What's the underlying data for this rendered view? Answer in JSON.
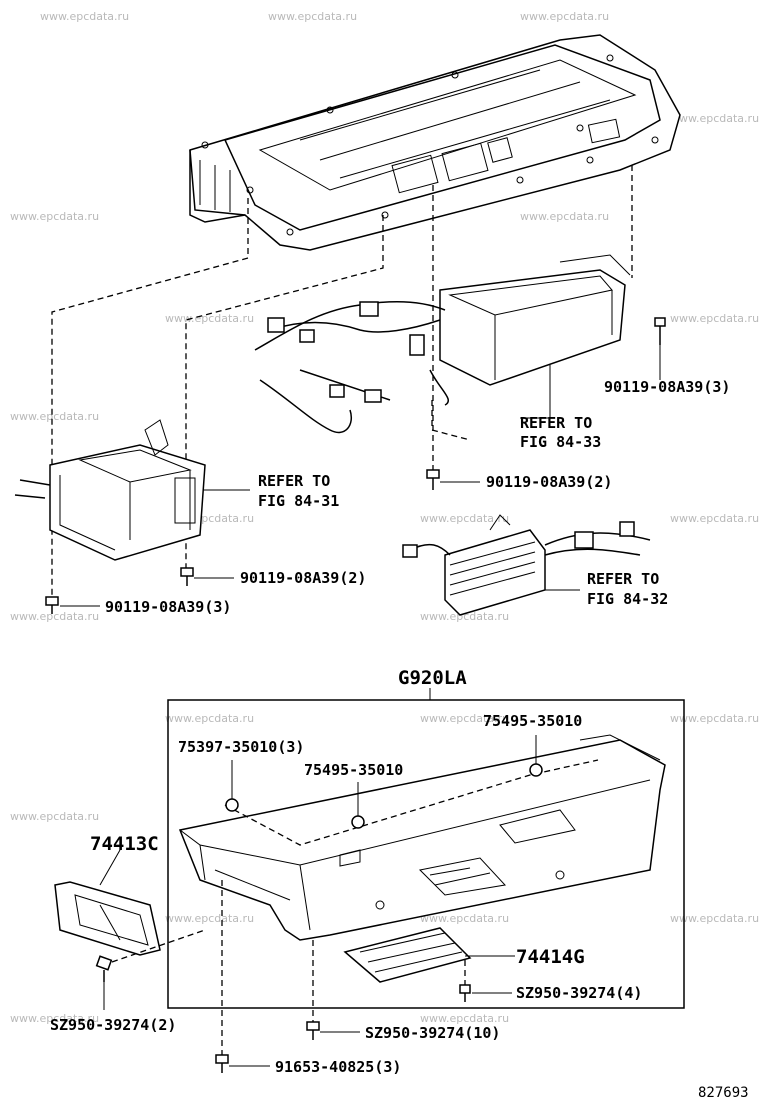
{
  "watermark": "www.epcdata.ru",
  "labels": {
    "bolt_top_right": "90119-08A39(3)",
    "refer_84_33_line1": "REFER TO",
    "refer_84_33_line2": "FIG 84-33",
    "bolt_mid": "90119-08A39(2)",
    "refer_84_31_line1": "REFER TO",
    "refer_84_31_line2": "FIG 84-31",
    "bolt_left_2": "90119-08A39(2)",
    "bolt_left_3": "90119-08A39(3)",
    "refer_84_32_line1": "REFER TO",
    "refer_84_32_line2": "FIG 84-32",
    "assembly_code": "G920LA",
    "clip_75495_right": "75495-35010",
    "clip_75397": "75397-35010(3)",
    "clip_75495_mid": "75495-35010",
    "duct_74413C": "74413C",
    "cover_74414G": "74414G",
    "screw_sz_4": "SZ950-39274(4)",
    "screw_sz_2": "SZ950-39274(2)",
    "screw_sz_10": "SZ950-39274(10)",
    "bolt_91653": "91653-40825(3)",
    "illustration_number": "827693"
  },
  "icons": {
    "bolt": "hex-bolt-icon",
    "clip": "push-clip-icon"
  },
  "colors": {
    "line": "#000000",
    "background": "#ffffff",
    "watermark": "#b9b9b9"
  }
}
